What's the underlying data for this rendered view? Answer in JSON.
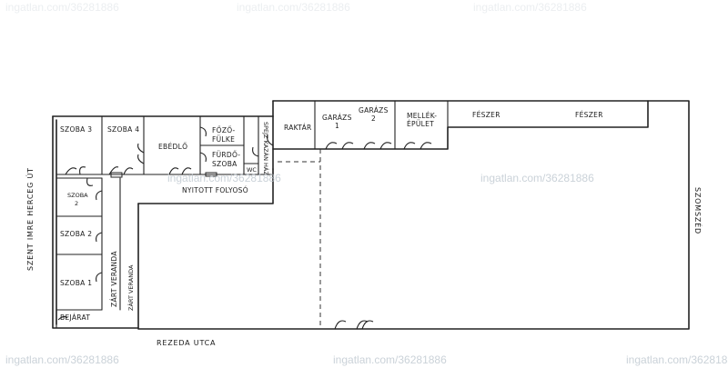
{
  "rooms": {
    "szoba3": "SZOBA 3",
    "szoba4": "SZOBA 4",
    "ebedlo": "EBÉDLŐ",
    "fozo_1": "FŐZŐ-",
    "fozo_2": "FÜLKE",
    "furdo_1": "FÜRDŐ-",
    "furdo_2": "SZOBA",
    "wc": "WC",
    "spejz": "SPEJZ KAZÁN HÁZ",
    "raktar": "RAKTÁR",
    "garazs1_1": "GARÁZS",
    "garazs1_2": "1",
    "garazs2_1": "GARÁZS",
    "garazs2_2": "2",
    "mellek_1": "MELLÉK-",
    "mellek_2": "ÉPÜLET",
    "feszer1": "FÉSZER",
    "feszer2": "FÉSZER",
    "szoba2_top_1": "SZOBA",
    "szoba2_top_2": "2",
    "szoba2": "SZOBA 2",
    "szoba1": "SZOBA 1",
    "nyitott": "NYITOTT FOLYOSÓ",
    "zart_veranda": "ZÁRT VERANDA",
    "zart_veranda2": "ZÁRT VERANDA",
    "bejarat": "BEJÁRAT"
  },
  "streets": {
    "left": "SZENT IMRE HERCEG ÚT",
    "bottom": "REZEDA UTCA",
    "right": "SZOMSZÉD"
  },
  "watermark": {
    "text": "ingatlan.com/36281886"
  }
}
